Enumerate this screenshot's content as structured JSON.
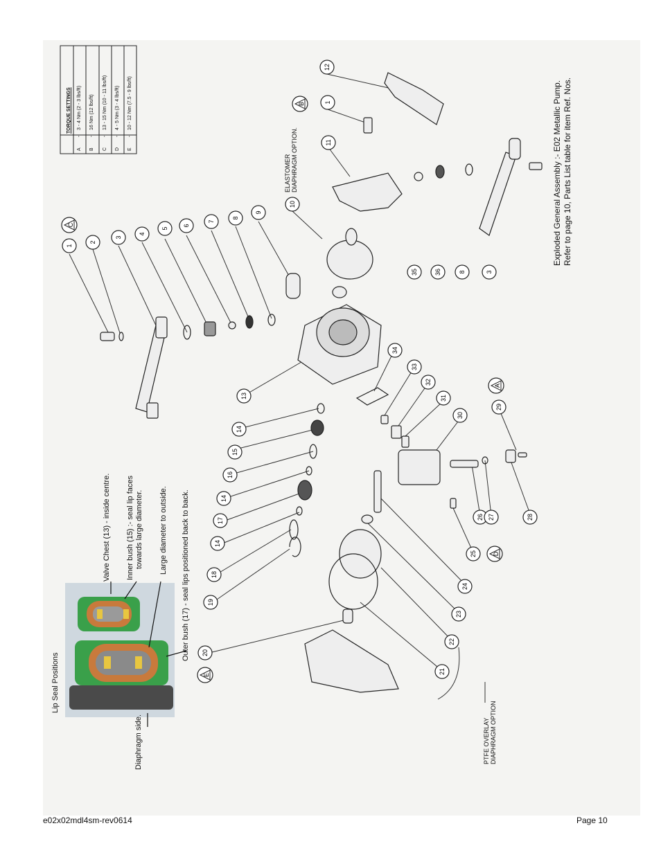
{
  "torque": {
    "title": "TORQUE SETTINGS",
    "rows": [
      {
        "letter": "A",
        "dash": "-",
        "value": "3 - 4 Nm (2 - 3 lbs/ft)"
      },
      {
        "letter": "B",
        "dash": "-",
        "value": "16 Nm (12 lbs/ft)"
      },
      {
        "letter": "C",
        "dash": "-",
        "value": "13 - 15 Nm (10 - 11 lbs/ft)"
      },
      {
        "letter": "D",
        "dash": "-",
        "value": "4 - 5 Nm (3 - 4 lbs/ft)"
      },
      {
        "letter": "E",
        "dash": "-",
        "value": "10 - 12 Nm (7.5 - 9 lbs/ft)"
      }
    ]
  },
  "caption": {
    "line1": "Exploded General Assembly :- E02 Metallic Pump.",
    "line2": "Refer to page 10, Parts List table for item Ref. Nos."
  },
  "lip_seal": {
    "title": "Lip Seal Positions",
    "diaphragm_side": "Diaphragm side.",
    "valve_chest": "Valve Chest (13) - inside centre.",
    "inner_bush_1": "Inner bush (15) :- seal lip faces",
    "inner_bush_2": "towards large diameter.",
    "large_diameter": "Large diameter to outside.",
    "outer_bush": "Outer bush (17) - seal lips positioned back to back."
  },
  "options": {
    "elastomer_1": "ELASTOMER",
    "elastomer_2": "DIAPHRAGM OPTION.",
    "ptfe_1": "PTFE OVERLAY",
    "ptfe_2": "DIAPHRAGM OPTION"
  },
  "callouts": [
    "1",
    "2",
    "3",
    "4",
    "5",
    "6",
    "7",
    "8",
    "9",
    "10",
    "12",
    "1",
    "11",
    "35",
    "36",
    "8",
    "3",
    "13",
    "14",
    "15",
    "16",
    "14",
    "17",
    "14",
    "18",
    "19",
    "20",
    "21",
    "22",
    "23",
    "24",
    "25",
    "26",
    "27",
    "28",
    "29",
    "30",
    "31",
    "32",
    "33",
    "34"
  ],
  "torque_markers": [
    "A",
    "B",
    "C",
    "D",
    "E"
  ],
  "footer": {
    "doc_id": "e02x02mdl4sm-rev0614",
    "page": "Page 10"
  }
}
